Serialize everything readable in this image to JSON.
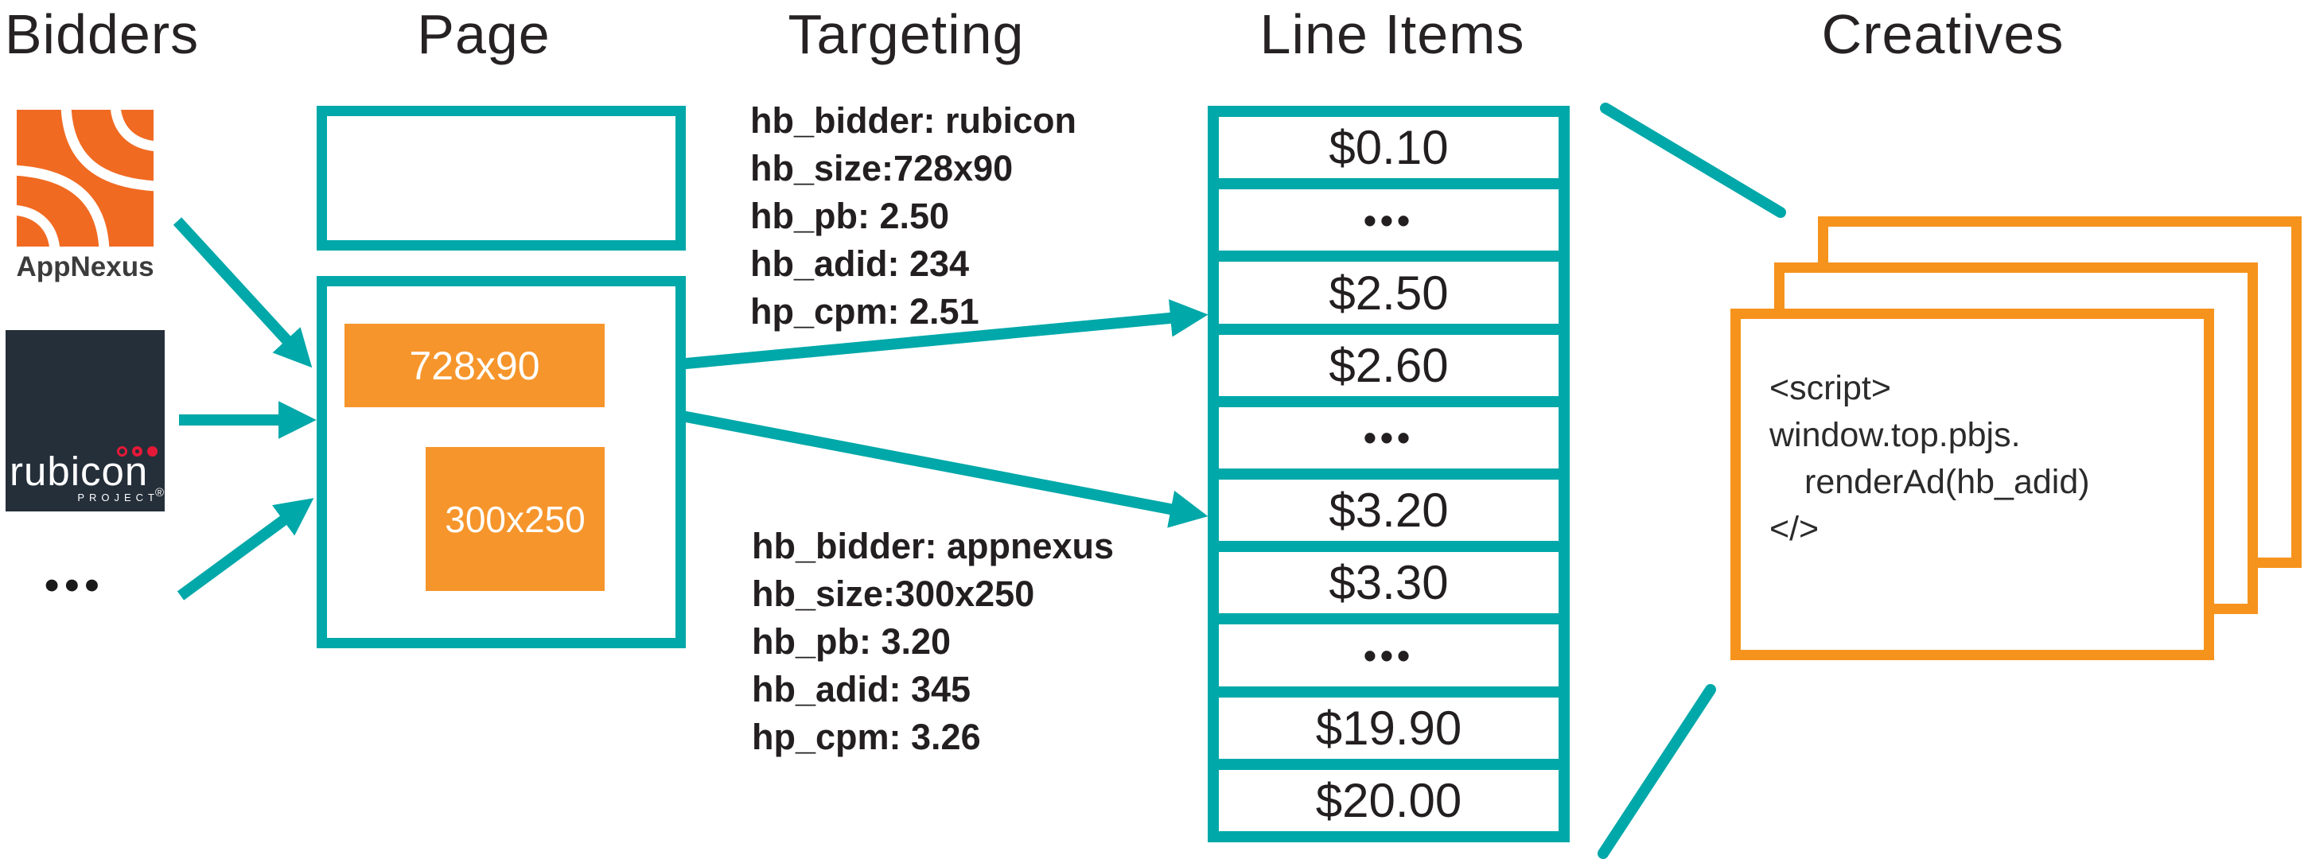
{
  "titles": {
    "bidders": "Bidders",
    "page": "Page",
    "targeting": "Targeting",
    "line_items": "Line Items",
    "creatives": "Creatives"
  },
  "bidders": {
    "appnexus_label": "AppNexus",
    "rubicon": {
      "wordmark": "rubicon",
      "registered": "®",
      "subtext": "PROJECT"
    },
    "more_indicator": "•••"
  },
  "page": {
    "slots": [
      {
        "label": "728x90"
      },
      {
        "label": "300x250"
      }
    ]
  },
  "targeting": {
    "rubicon_block": {
      "lines": [
        "hb_bidder: rubicon",
        "hb_size:728x90",
        "hb_pb: 2.50",
        "hb_adid: 234",
        "hp_cpm: 2.51"
      ]
    },
    "appnexus_block": {
      "lines": [
        "hb_bidder: appnexus",
        "hb_size:300x250",
        "hb_pb: 3.20",
        "hb_adid: 345",
        "hp_cpm: 3.26"
      ]
    }
  },
  "line_items": {
    "rows": [
      "$0.10",
      "•••",
      "$2.50",
      "$2.60",
      "•••",
      "$3.20",
      "$3.30",
      "•••",
      "$19.90",
      "$20.00"
    ]
  },
  "creatives": {
    "script_lines": [
      "<script>",
      "window.top.pbjs.",
      "renderAd(hb_adid)",
      "</>"
    ]
  },
  "colors": {
    "teal": "#00a8a9",
    "orange": "#f6952b",
    "creative_border_orange": "#f6931d",
    "appnexus_orange": "#f16a22",
    "rubicon_background": "#252f3a",
    "rubicon_red": "#e51937",
    "text": "#231f20"
  }
}
